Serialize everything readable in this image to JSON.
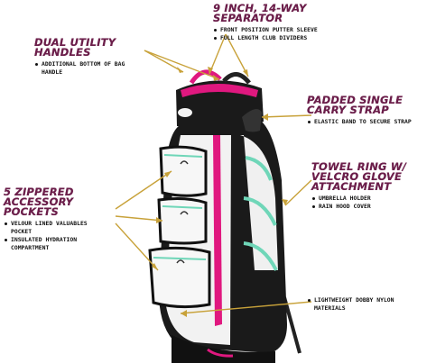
{
  "callouts": {
    "separator": {
      "title_line1": "9 INCH, 14-WAY",
      "title_line2": "SEPARATOR",
      "bullets": [
        "FRONT POSITION PUTTER SLEEVE",
        "FULL LENGTH CLUB DIVIDERS"
      ]
    },
    "handles": {
      "title_line1": "DUAL UTILITY",
      "title_line2": "HANDLES",
      "bullets": [
        "ADDITIONAL BOTTOM OF BAG",
        "HANDLE"
      ]
    },
    "strap": {
      "title_line1": "PADDED SINGLE",
      "title_line2": "CARRY STRAP",
      "bullets": [
        "ELASTIC BAND TO SECURE STRAP"
      ]
    },
    "towel": {
      "title_line1": "TOWEL RING W/",
      "title_line2": "VELCRO GLOVE",
      "title_line3": "ATTACHMENT",
      "bullets": [
        "UMBRELLA HOLDER",
        "RAIN HOOD COVER"
      ]
    },
    "pockets": {
      "title_line1": "5 ZIPPERED",
      "title_line2": "ACCESSORY",
      "title_line3": "POCKETS",
      "bullets": [
        "VELOUR LINED VALUABLES",
        "POCKET",
        "INSULATED HYDRATION",
        "COMPARTMENT"
      ]
    },
    "material": {
      "bullets": [
        "LIGHTWEIGHT DOBBY NYLON",
        "MATERIALS"
      ]
    }
  },
  "colors": {
    "title": "#6b1e4a",
    "bag_black": "#1a1a1a",
    "bag_white": "#f4f4f4",
    "bag_pink": "#e0187f",
    "bag_mint": "#6fd6b8",
    "arrow": "#c8a23a"
  }
}
